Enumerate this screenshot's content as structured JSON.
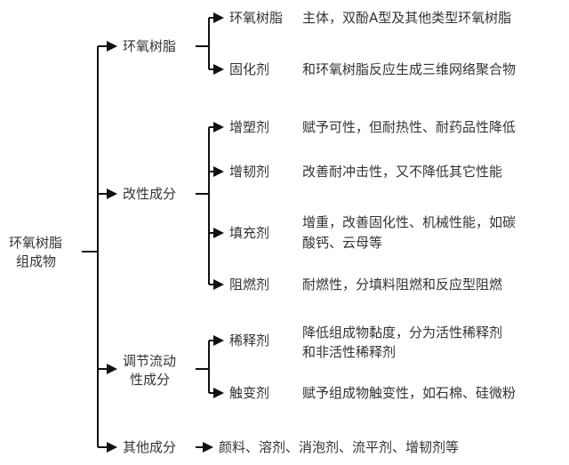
{
  "root": {
    "line1": "环氧树脂",
    "line2": "组成物"
  },
  "groups": [
    {
      "label": "环氧树脂",
      "children": [
        {
          "name": "环氧树脂",
          "desc": [
            "主体，双酚A型及其他类型环氧树脂"
          ]
        },
        {
          "name": "固化剂",
          "desc": [
            "和环氧树脂反应生成三维网络聚合物"
          ]
        }
      ]
    },
    {
      "label": "改性成分",
      "children": [
        {
          "name": "增塑剂",
          "desc": [
            "赋予可性，但耐热性、耐药品性降低"
          ]
        },
        {
          "name": "增韧剂",
          "desc": [
            "改善耐冲击性，又不降低其它性能"
          ]
        },
        {
          "name": "填充剂",
          "desc": [
            "增重，改善固化性、机械性能，如碳",
            "酸钙、云母等"
          ]
        },
        {
          "name": "阻燃剂",
          "desc": [
            "耐燃性，分填料阻燃和反应型阻燃"
          ]
        }
      ]
    },
    {
      "label_lines": [
        "调节流动",
        "性成分"
      ],
      "children": [
        {
          "name": "稀释剂",
          "desc": [
            "降低组成物黏度，分为活性稀释剂",
            "和非活性稀释剂"
          ]
        },
        {
          "name": "触变剂",
          "desc": [
            "赋予组成物触变性，如石棉、硅微粉"
          ]
        }
      ]
    },
    {
      "label": "其他成分",
      "desc": "颜料、溶剂、消泡剂、流平剂、增韧剂等"
    }
  ]
}
